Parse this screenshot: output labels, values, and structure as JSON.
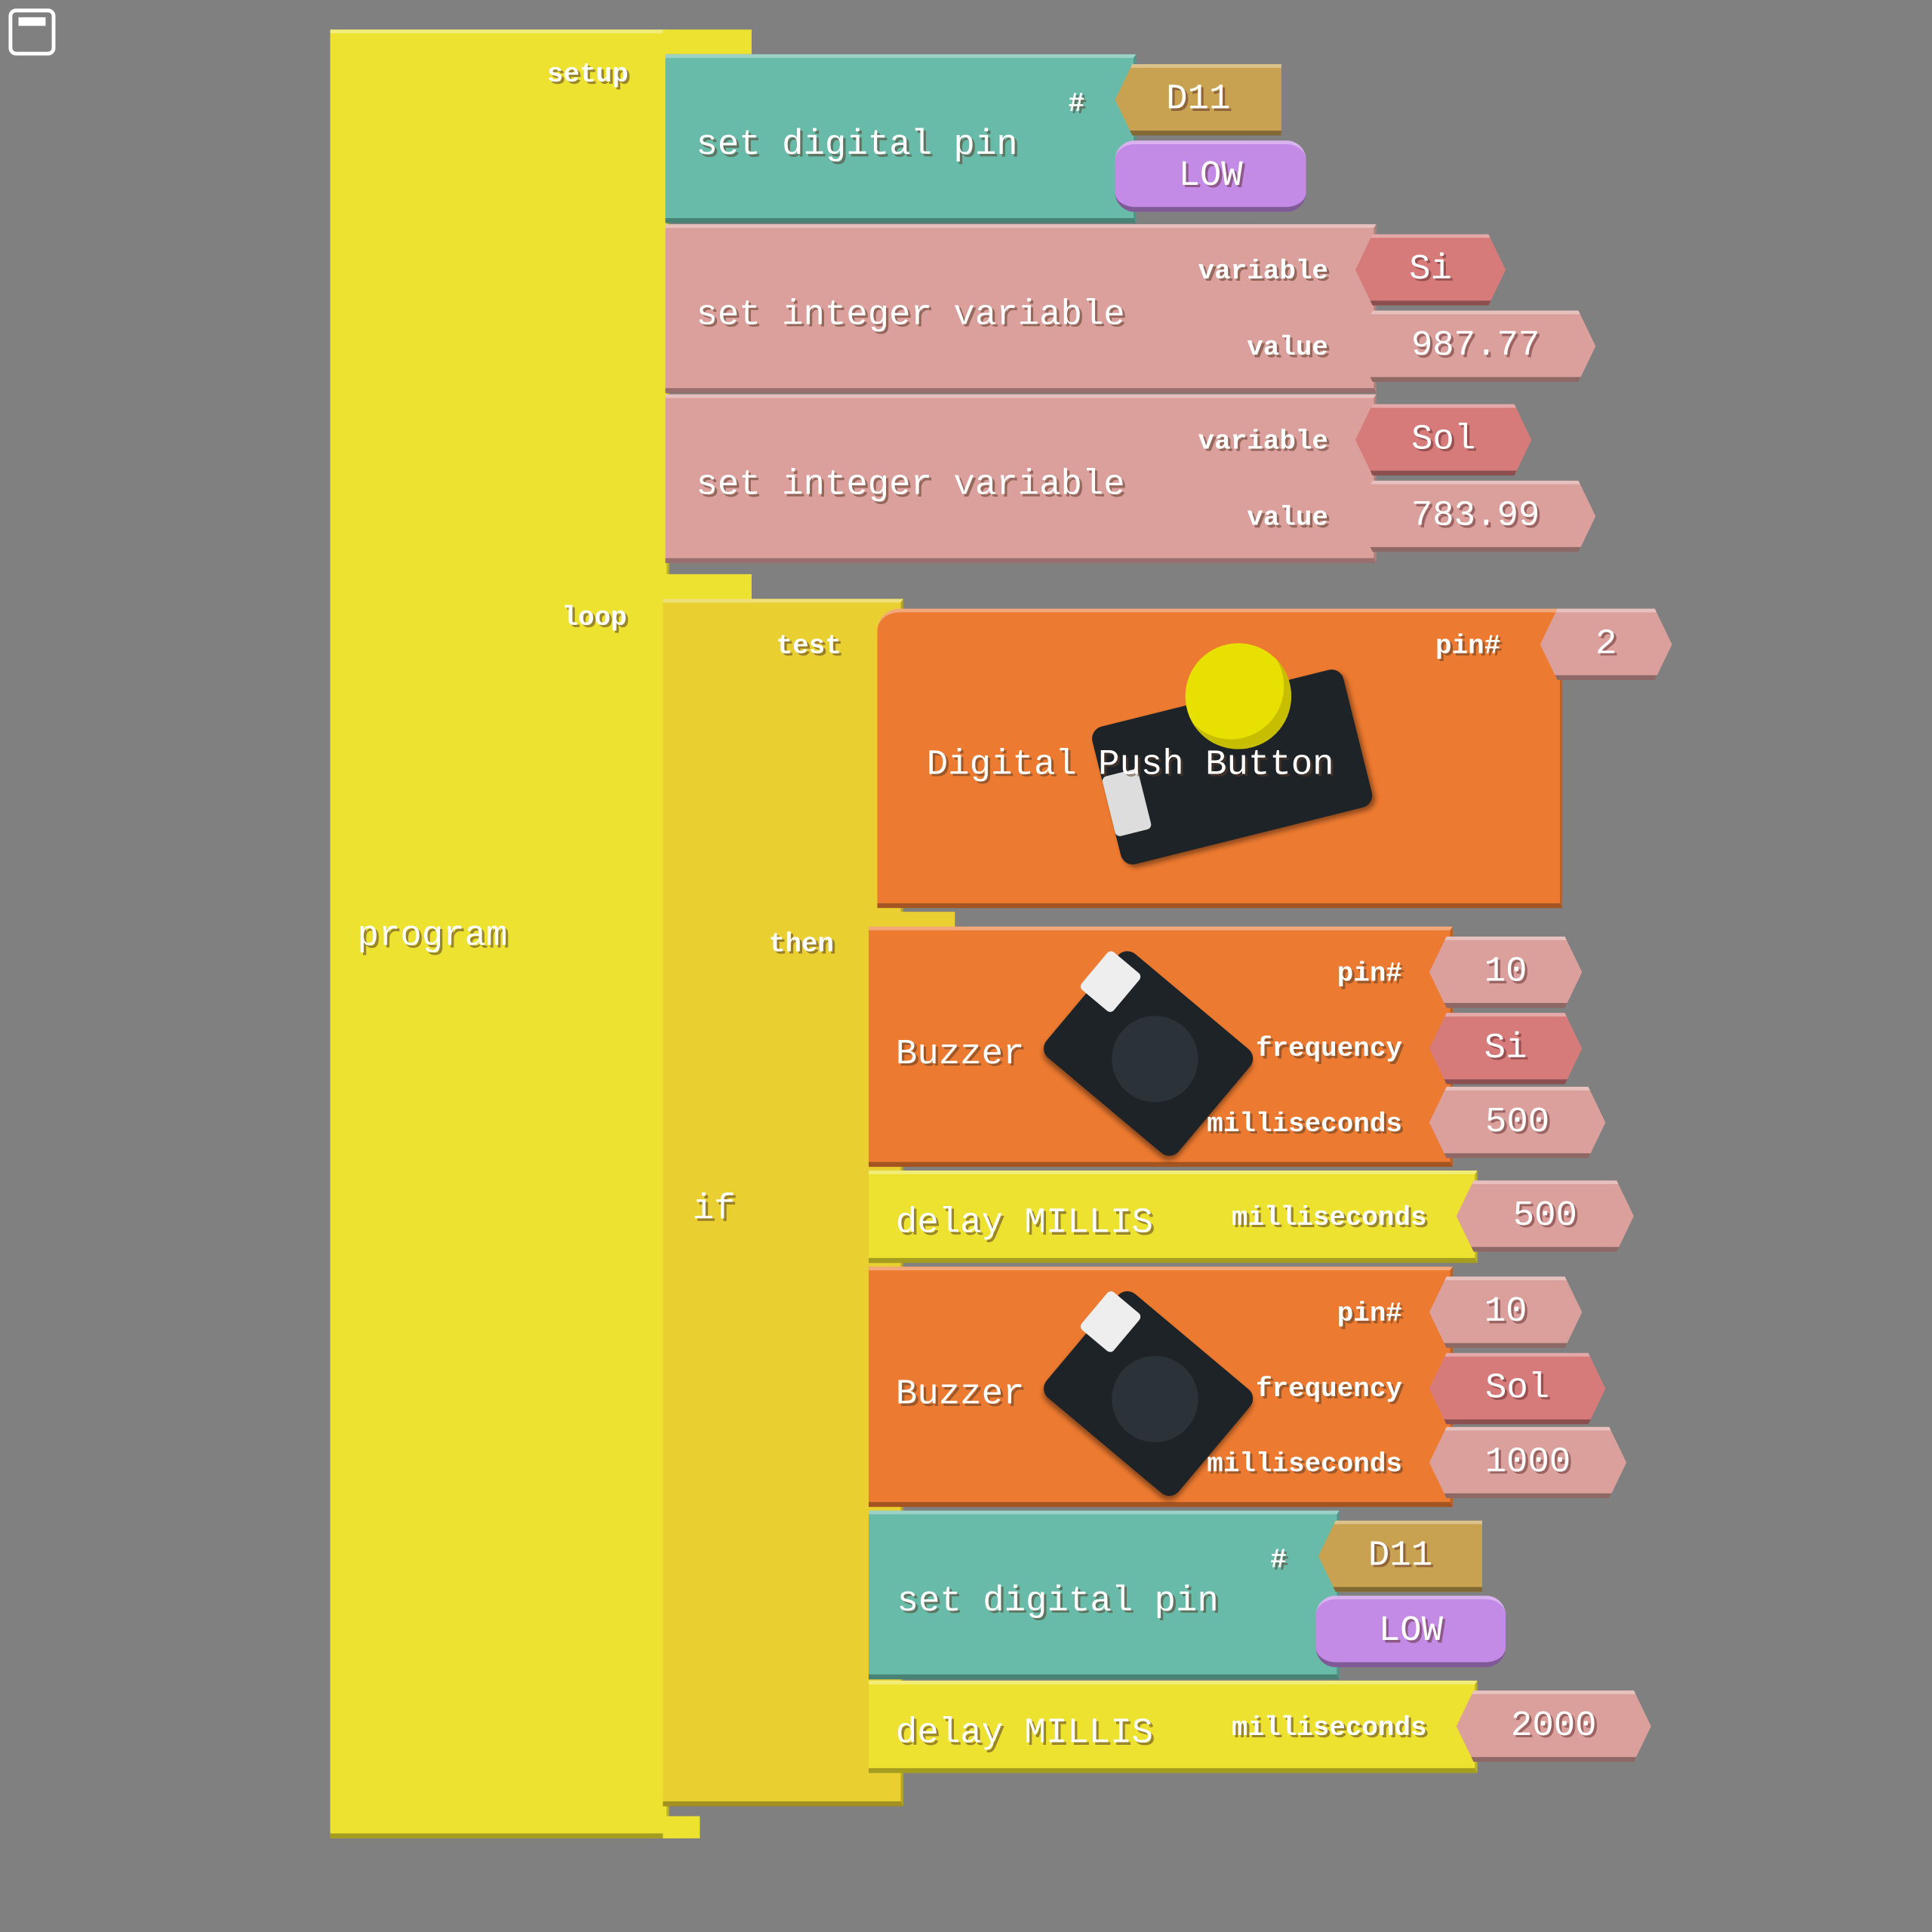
{
  "window_icon": "window-restore-icon",
  "colors": {
    "program": "#ece22f",
    "if": "#e9d030",
    "digital": "#67bba8",
    "variable": "#dba09c",
    "variable_value": "#d77a7a",
    "pin_value": "#c9a251",
    "boolean": "#c38ae6",
    "sensor": "#ec7a30",
    "background": "#808080"
  },
  "program": {
    "label": "program",
    "setup_label": "setup",
    "loop_label": "loop",
    "setup": [
      {
        "title": "set digital pin",
        "pin_label": "#",
        "pin": "D11",
        "state": "LOW"
      },
      {
        "title": "set integer variable",
        "variable_label": "variable",
        "variable": "Si",
        "value_label": "value",
        "value": "987.77"
      },
      {
        "title": "set integer variable",
        "variable_label": "variable",
        "variable": "Sol",
        "value_label": "value",
        "value": "783.99"
      }
    ],
    "if_block": {
      "label": "if",
      "test_label": "test",
      "then_label": "then",
      "test": {
        "title": "Digital Push Button",
        "pin_label": "pin#",
        "pin": "2"
      },
      "then": [
        {
          "title": "Buzzer",
          "pin_label": "pin#",
          "pin": "10",
          "frequency_label": "frequency",
          "frequency": "Si",
          "ms_label": "milliseconds",
          "ms": "500"
        },
        {
          "title": "delay MILLIS",
          "ms_label": "milliseconds",
          "ms": "500"
        },
        {
          "title": "Buzzer",
          "pin_label": "pin#",
          "pin": "10",
          "frequency_label": "frequency",
          "frequency": "Sol",
          "ms_label": "milliseconds",
          "ms": "1000"
        },
        {
          "title": "set digital pin",
          "pin_label": "#",
          "pin": "D11",
          "state": "LOW"
        },
        {
          "title": "delay MILLIS",
          "ms_label": "milliseconds",
          "ms": "2000"
        }
      ]
    }
  }
}
